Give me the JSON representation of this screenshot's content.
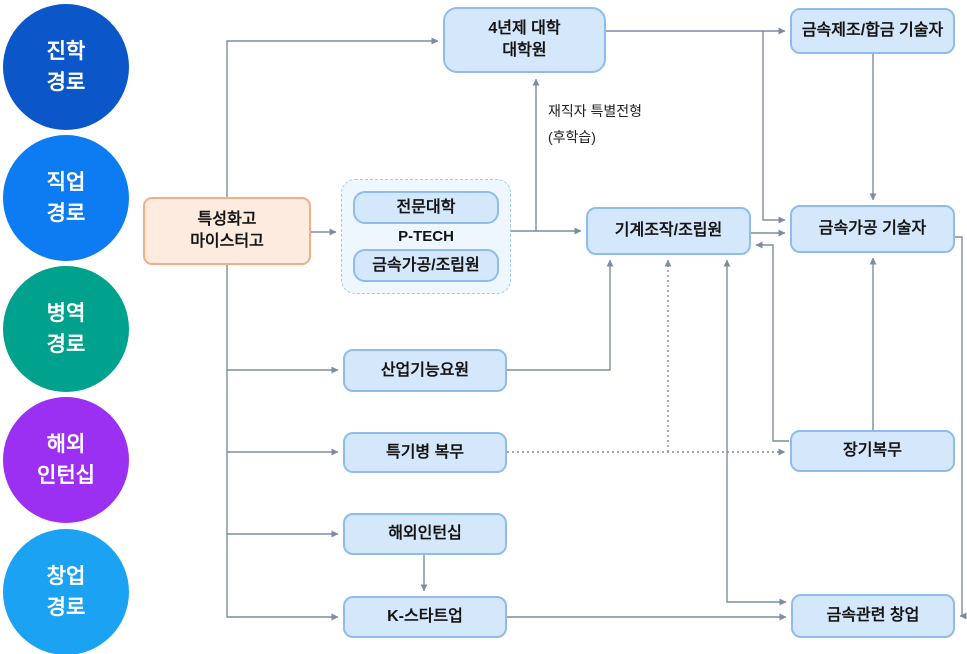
{
  "legend": {
    "items": [
      {
        "label": "진학\n경로",
        "color": "#0b57c9"
      },
      {
        "label": "직업\n경로",
        "color": "#0d7bf2"
      },
      {
        "label": "병역\n경로",
        "color": "#00a18d"
      },
      {
        "label": "해외\n인턴십",
        "color": "#9b30f2"
      },
      {
        "label": "창업\n경로",
        "color": "#1ba2f2"
      }
    ]
  },
  "nodes": {
    "highschool": "특성화고\n마이스터고",
    "university": "4년제 대학\n대학원",
    "college": "전문대학",
    "ptech": "P-TECH",
    "metal_assembler": "금속가공/조립원",
    "machine_operator": "기계조작/조립원",
    "metal_mfg_engineer": "금속제조/합금 기술자",
    "metal_proc_engineer": "금속가공 기술자",
    "industrial_agent": "산업기능요원",
    "military_service": "특기병 복무",
    "longterm_service": "장기복무",
    "overseas_intern": "해외인턴십",
    "k_startup": "K-스타트업",
    "metal_startup": "금속관련 창업"
  },
  "annotation": {
    "text": "재직자 특별전형\n(후학습)"
  },
  "colors": {
    "edge": "#7e8ca2",
    "node_fill": "#d5e8fb",
    "node_border": "#8fbcee",
    "highschool_fill": "#fdebe0",
    "highschool_border": "#f2ad89"
  }
}
